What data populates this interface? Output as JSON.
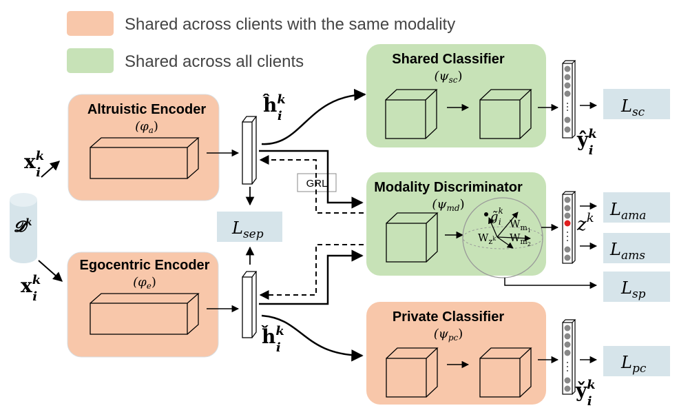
{
  "legend": {
    "orange_label": "Shared across clients with the same modality",
    "green_label": "Shared across all clients",
    "orange_color": "#f8c7aa",
    "green_color": "#c7e2b7"
  },
  "blocks": {
    "altruistic_title": "Altruistic Encoder",
    "altruistic_param": "(φ",
    "altruistic_param_sub": "a",
    "egocentric_title": "Egocentric Encoder",
    "egocentric_param": "(φ",
    "egocentric_param_sub": "e",
    "shared_title": "Shared Classifier",
    "shared_param": "(ψ",
    "shared_param_sub": "sc",
    "modality_title": "Modality Discriminator",
    "modality_param": "(ψ",
    "modality_param_sub": "md",
    "private_title": "Private Classifier",
    "private_param": "(ψ",
    "private_param_sub": "pc",
    "close_paren": ")"
  },
  "grl_label": "GRL",
  "dataset": {
    "base": "𝓓",
    "sup": "k"
  },
  "inputs": {
    "x": "x",
    "sub": "i",
    "sup": "k"
  },
  "features": {
    "h_hat": "ĥ",
    "h_check": "ȟ",
    "sub": "i",
    "sup": "k"
  },
  "sphere": {
    "g": "g̃",
    "g_sub": "i",
    "g_sup": "k",
    "w_m1": "W",
    "w_m1_sub": "m",
    "w_m1_subsub": "1",
    "w_m2": "W",
    "w_m2_sub": "m",
    "w_m2_subsub": "2",
    "w_z": "W",
    "w_z_sub": "z",
    "w_z_subsup": "k"
  },
  "z_label": {
    "base": "z",
    "sup": "k"
  },
  "outputs": {
    "y_hat": "ŷ",
    "y_check": "y̌",
    "sub": "i",
    "sup": "k"
  },
  "losses": {
    "L": "L",
    "sc": "sc",
    "ama": "ama",
    "ams": "ams",
    "sp": "sp",
    "pc": "pc",
    "sep": "sep",
    "loss_box_color": "#d6e4ea"
  }
}
